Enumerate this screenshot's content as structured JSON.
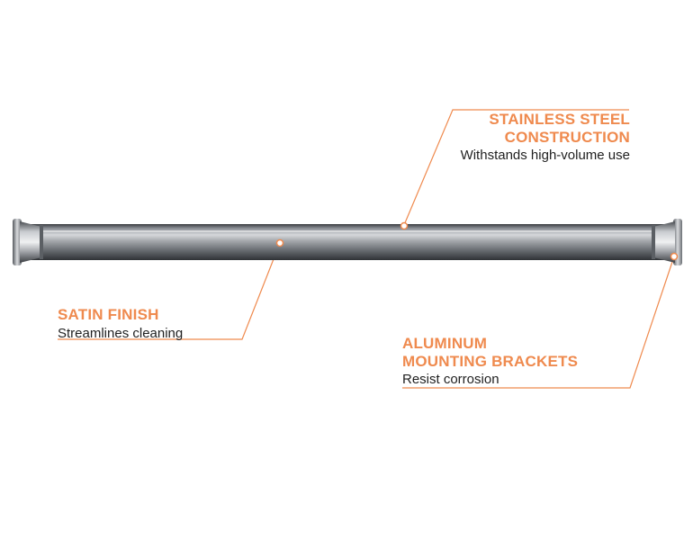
{
  "colors": {
    "accent": "#ef8a4e",
    "text": "#1f1f1f",
    "background": "#ffffff"
  },
  "product": {
    "icon": "shower-rod-image"
  },
  "callouts": {
    "stainless": {
      "title_line1": "STAINLESS STEEL",
      "title_line2": "CONSTRUCTION",
      "description": "Withstands high-volume use"
    },
    "satin": {
      "title": "SATIN FINISH",
      "description": "Streamlines cleaning"
    },
    "aluminum": {
      "title_line1": "ALUMINUM",
      "title_line2": "MOUNTING BRACKETS",
      "description": "Resist corrosion"
    }
  }
}
